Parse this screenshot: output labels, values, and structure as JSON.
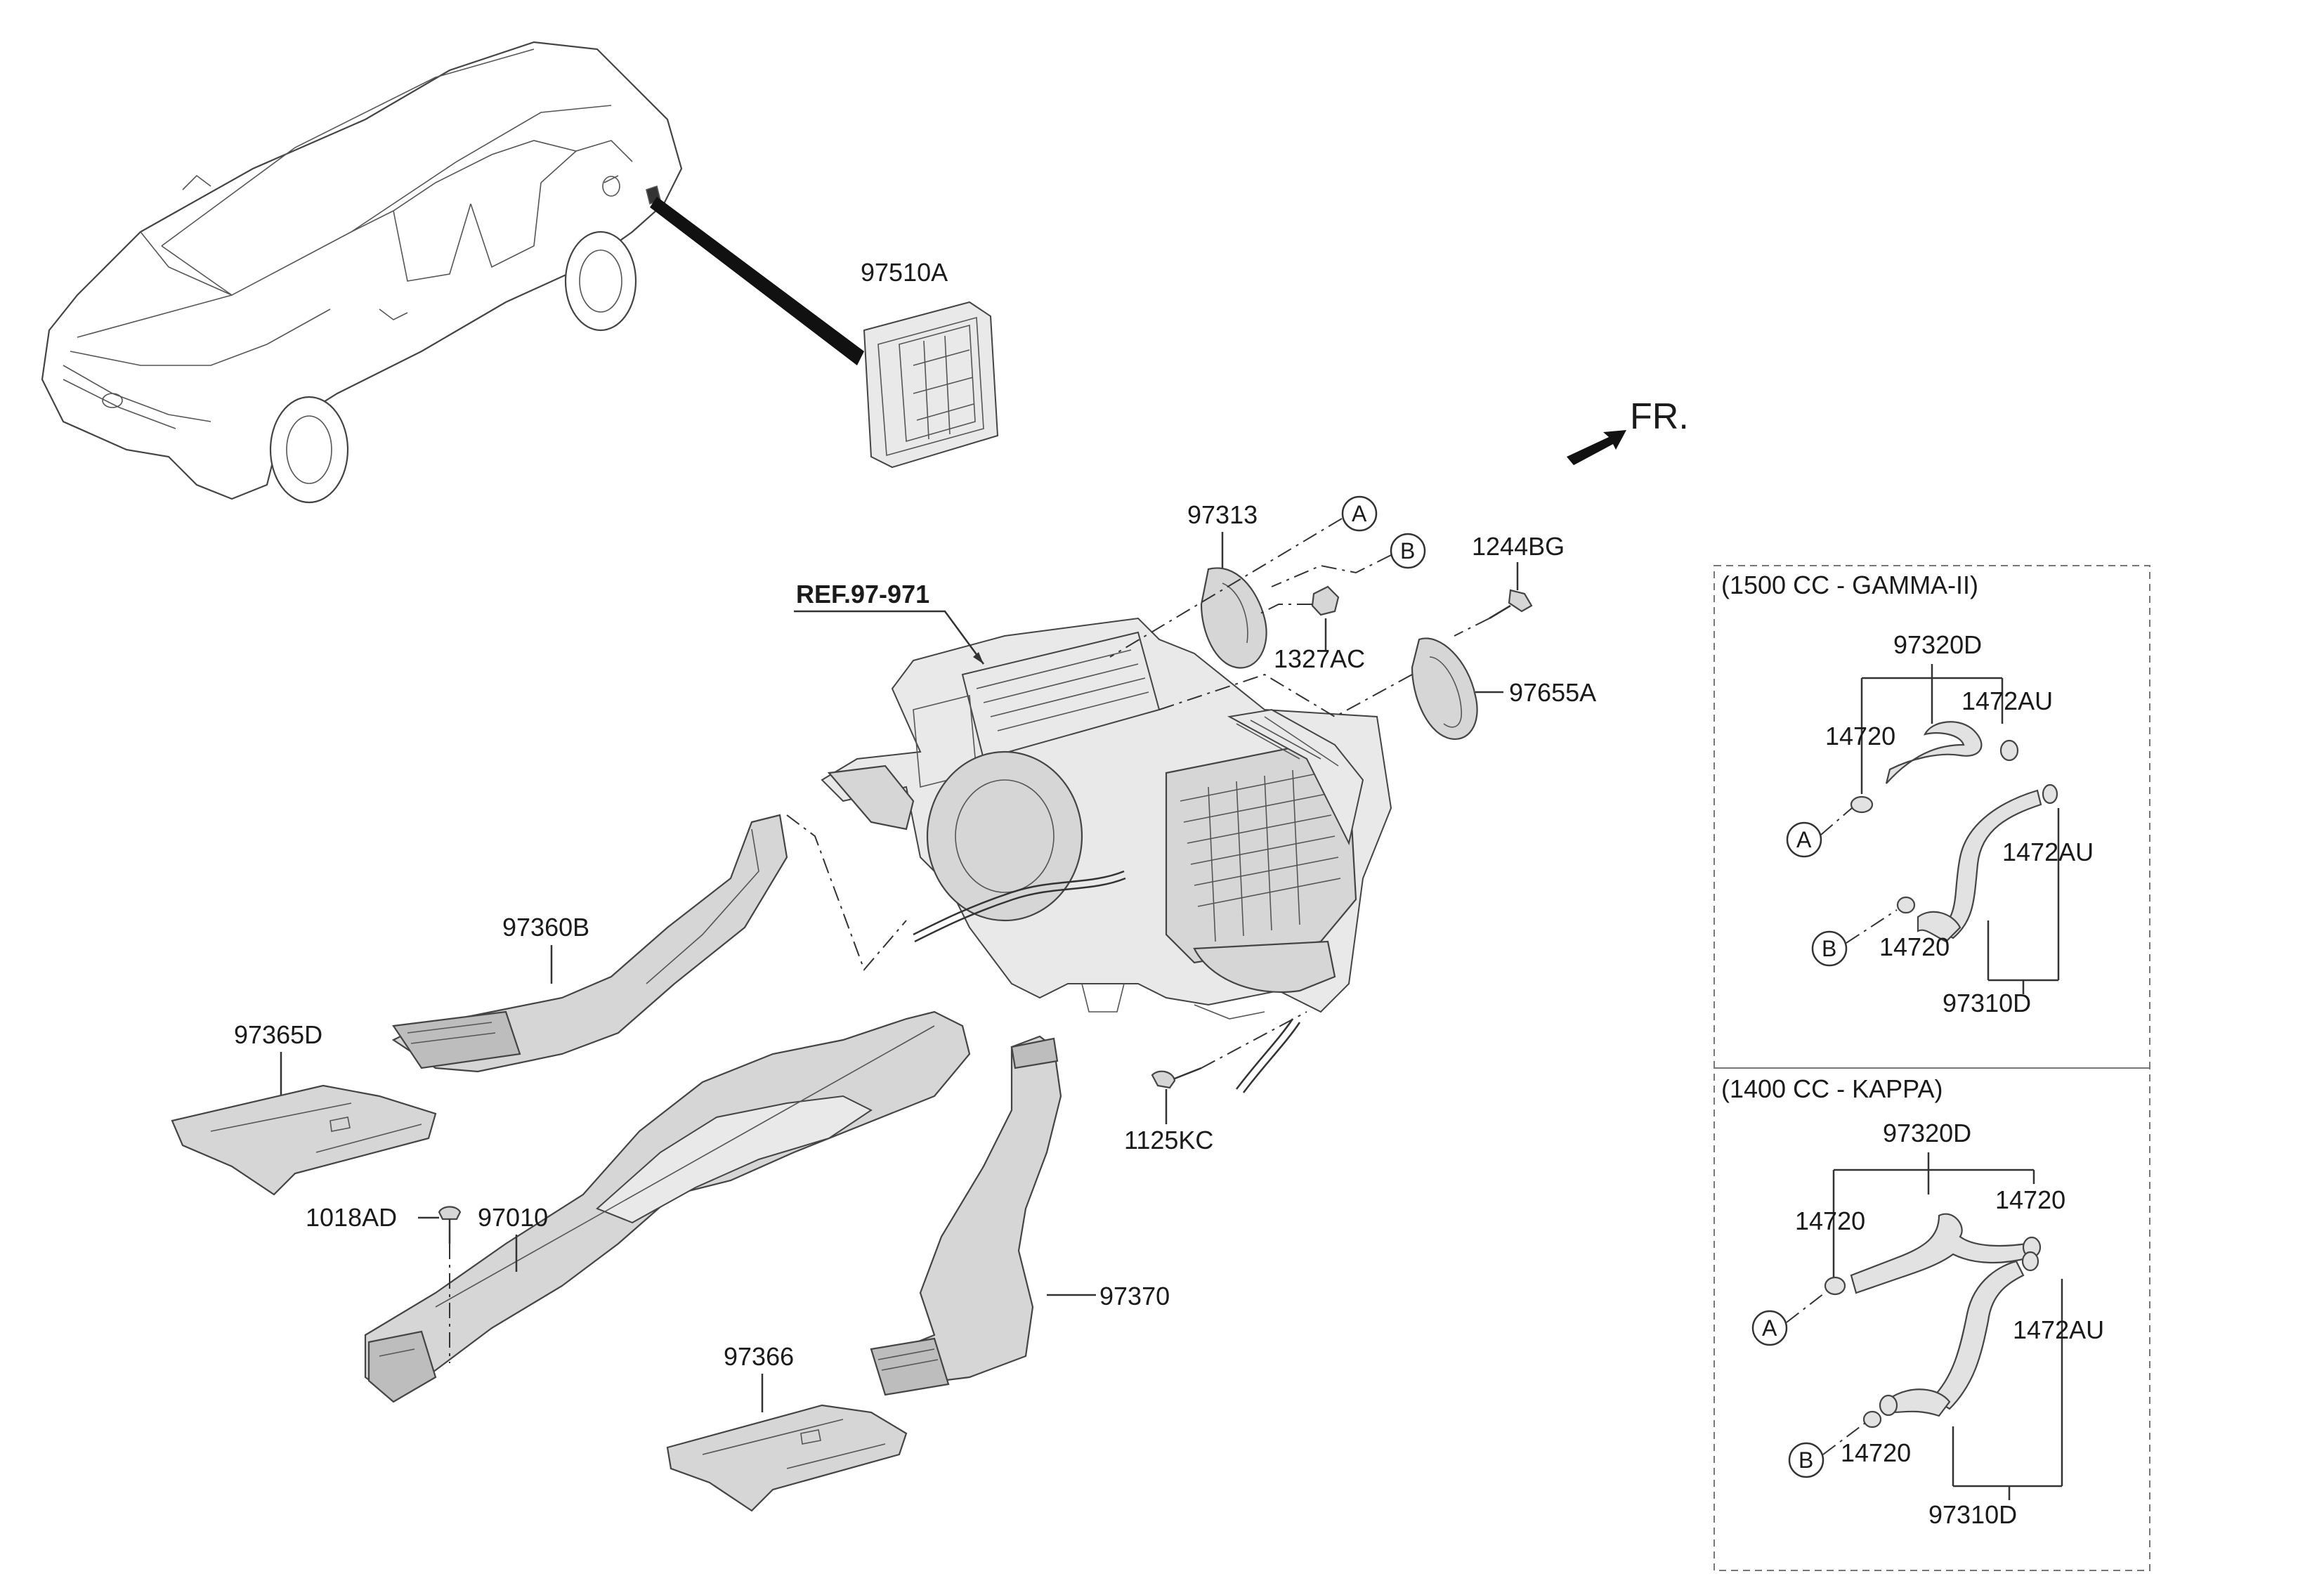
{
  "labels": {
    "p97510A": "97510A",
    "fr": "FR.",
    "p97313": "97313",
    "circA": "A",
    "circB": "B",
    "p1244BG": "1244BG",
    "p1327AC": "1327AC",
    "p97655A": "97655A",
    "ref": "REF.97-971",
    "p97360B": "97360B",
    "p97365D": "97365D",
    "p1125KC": "1125KC",
    "p1018AD": "1018AD",
    "p97010": "97010",
    "p97370": "97370",
    "p97366": "97366"
  },
  "gamma_box": {
    "title": "(1500 CC - GAMMA-II)",
    "p97320D": "97320D",
    "p1472AU_top": "1472AU",
    "p14720_top": "14720",
    "p1472AU_right": "1472AU",
    "p14720_bottom": "14720",
    "p97310D": "97310D",
    "circA": "A",
    "circB": "B"
  },
  "kappa_box": {
    "title": "(1400 CC - KAPPA)",
    "p97320D": "97320D",
    "p14720_left": "14720",
    "p14720_right": "14720",
    "p1472AU": "1472AU",
    "p14720_bottom": "14720",
    "p97310D": "97310D",
    "circA": "A",
    "circB": "B"
  }
}
